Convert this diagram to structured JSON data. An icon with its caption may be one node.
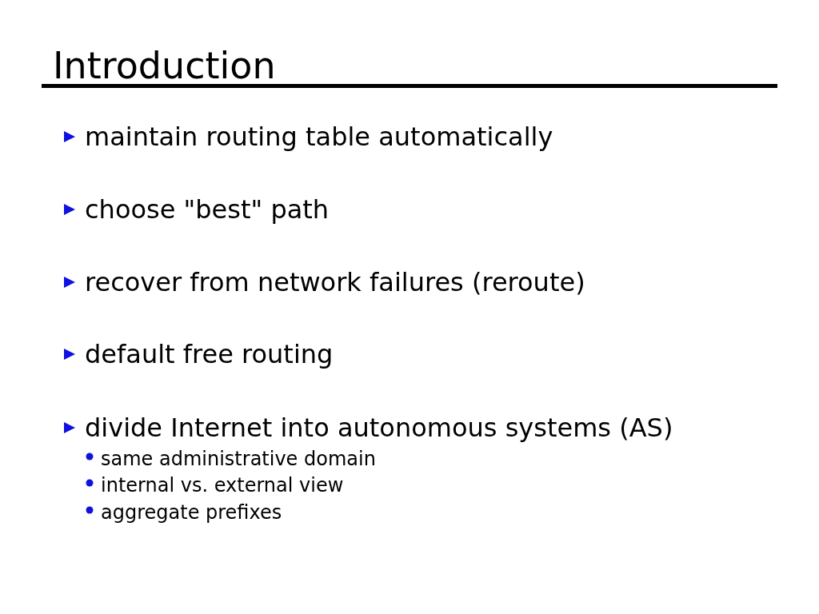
{
  "diagram": {
    "title": "Introduction",
    "labels": [
      "maintain routing table automatically",
      "choose \"best\" path",
      "recover from network failures (reroute)",
      "default free routing",
      "divide Internet into autonomous systems (AS)",
      "same administrative domain",
      "internal vs. external view",
      "aggregate prefixes"
    ]
  }
}
